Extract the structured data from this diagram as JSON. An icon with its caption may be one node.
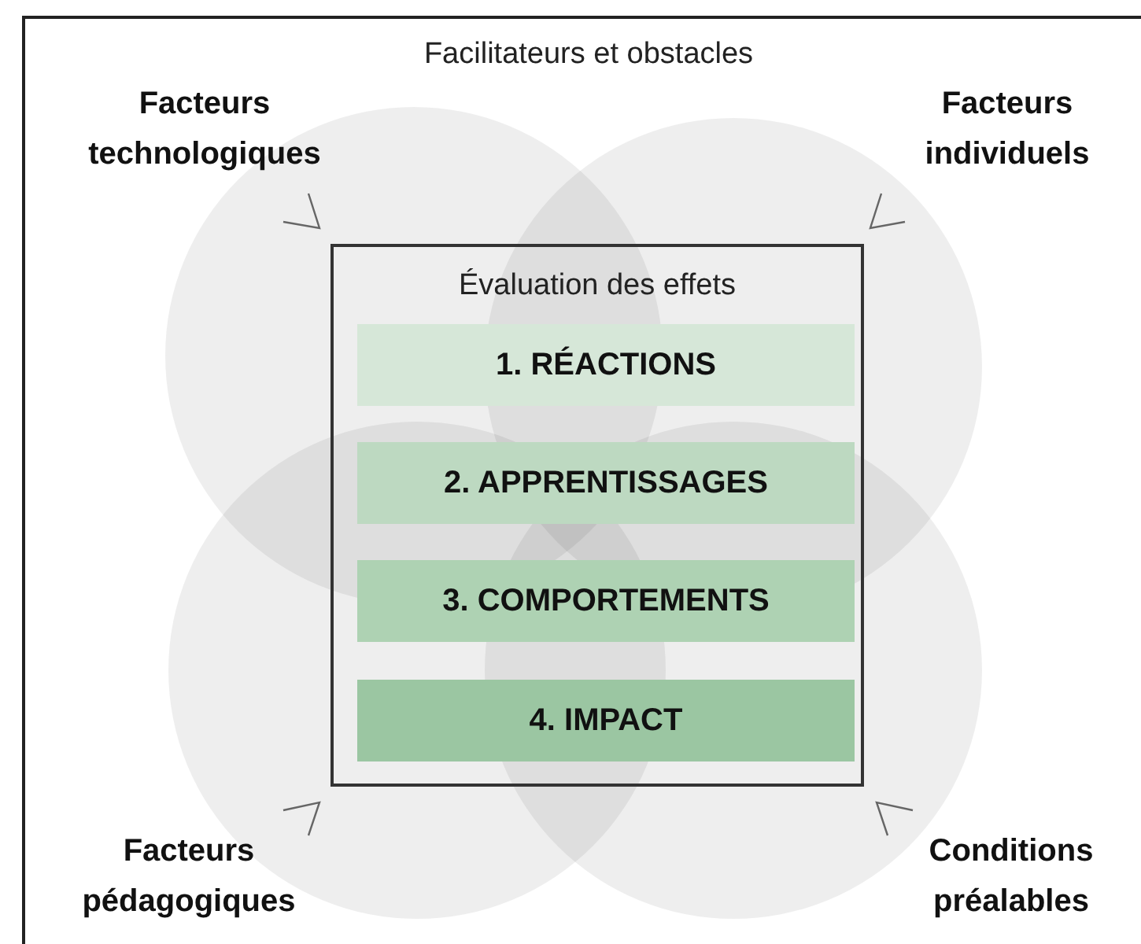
{
  "diagram": {
    "nodes": [
      {
        "text": [
          "Facilitateurs et obstacles"
        ]
      },
      {
        "text": [
          "Facteurs technologiques"
        ],
        "in": 0
      },
      {
        "text": [
          "Facteurs individuels"
        ],
        "in": 0
      },
      {
        "text": [
          "Évaluation des effets"
        ],
        "in": 0
      },
      {
        "text": [
          "1. RÉACTIONS"
        ],
        "in": 3
      },
      {
        "text": [
          "2. APPRENTISSAGES"
        ],
        "in": 3
      },
      {
        "text": [
          "3. COMPORTEMENTS"
        ],
        "in": 3
      },
      {
        "text": [
          "4. IMPACT"
        ],
        "in": 3
      },
      {
        "text": [
          "Facteurs pédagogiques"
        ],
        "in": 0
      },
      {
        "text": [
          "Conditions préalables"
        ],
        "in": 0
      }
    ],
    "edges": []
  }
}
